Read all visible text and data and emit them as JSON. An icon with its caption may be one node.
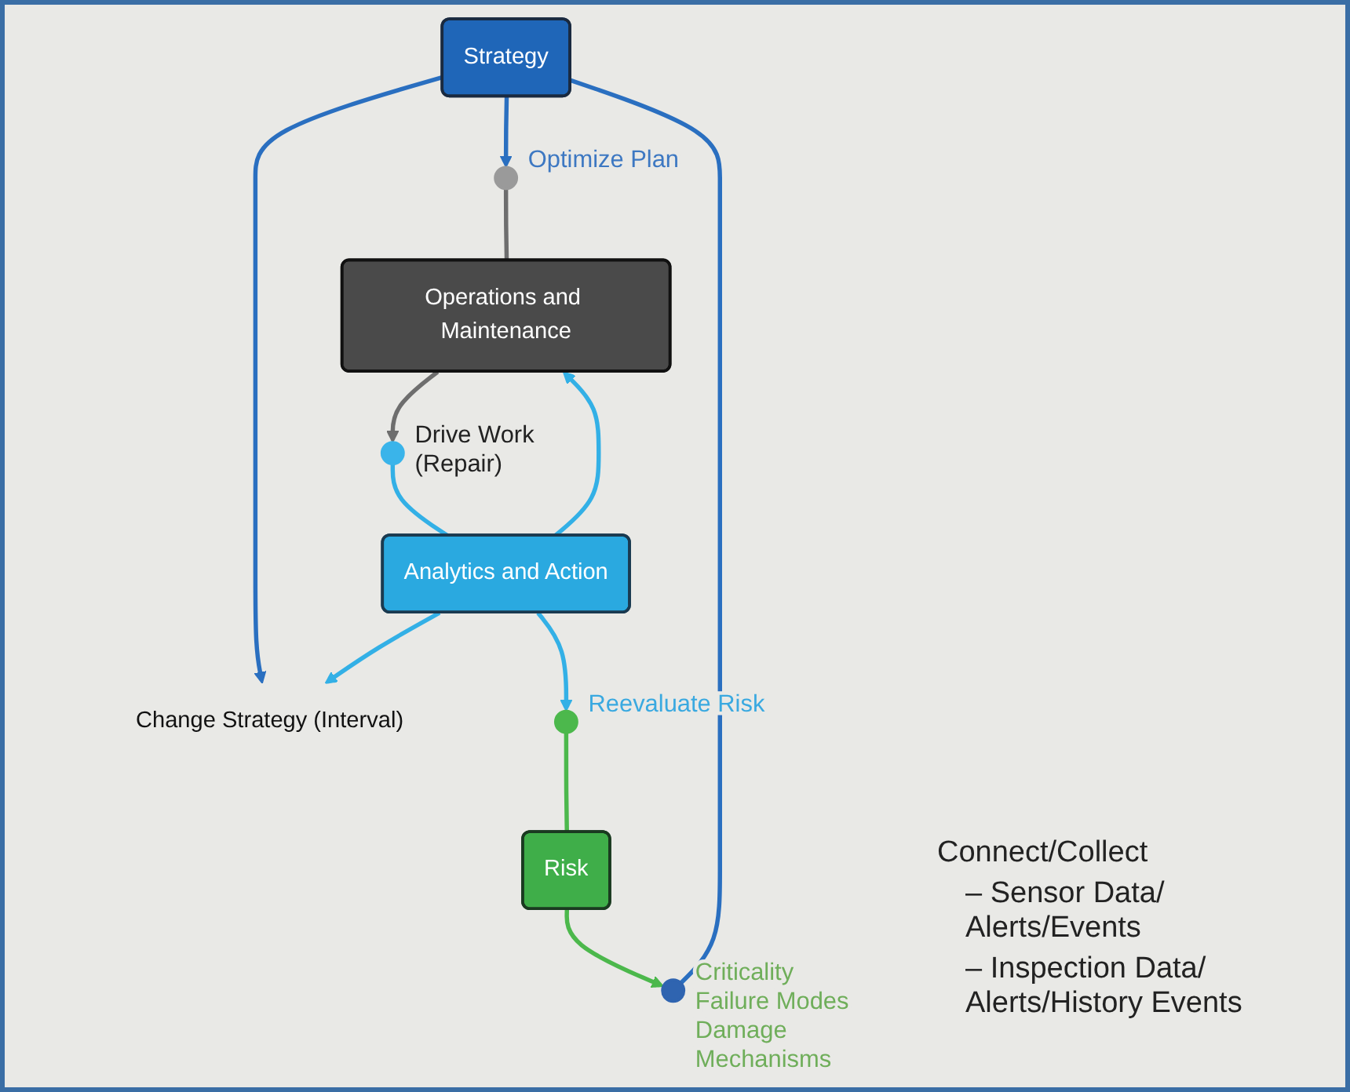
{
  "diagram": {
    "nodes": [
      {
        "text": [
          "Strategy"
        ]
      },
      {
        "text": [],
        "shape": "circle",
        "beside": [
          "Criticality Failure Modes Damage Mechanisms"
        ]
      },
      {
        "text": [],
        "shape": "circle",
        "beside": [
          "Optimize Plan"
        ]
      },
      {
        "text": [
          "Risk"
        ]
      },
      {
        "text": [
          "Change Strategy (Interval)"
        ]
      },
      {
        "text": [
          "Operations and Maintenance"
        ]
      },
      {
        "text": [],
        "shape": "circle",
        "beside": [
          "Drive Work (Repair)"
        ]
      },
      {
        "text": [],
        "shape": "circle",
        "beside": [
          "Reevaluate Risk"
        ]
      },
      {
        "text": [
          "Analytics and Action"
        ]
      }
    ],
    "edges": [
      {
        "from": 3,
        "to": 1,
        "arrow": "to",
        "color": "#4cb84c"
      },
      {
        "from": 1,
        "to": 0,
        "arrow": "none",
        "color": "#2a6fc0"
      },
      {
        "from": 0,
        "to": 2,
        "arrow": "to",
        "color": "#2a6fc0"
      },
      {
        "from": 2,
        "to": 5,
        "arrow": "none",
        "color": "#6e6e6e"
      },
      {
        "from": 5,
        "to": 6,
        "arrow": "to",
        "color": "#6e6e6e"
      },
      {
        "from": 6,
        "to": 8,
        "arrow": "none",
        "color": "#33b0e6"
      },
      {
        "from": 8,
        "to": 7,
        "arrow": "to",
        "color": "#33b0e6"
      },
      {
        "from": 7,
        "to": 3,
        "arrow": "none",
        "color": "#4cb84c"
      },
      {
        "from": 0,
        "to": 4,
        "arrow": "to",
        "color": "#2a6fc0"
      },
      {
        "from": 8,
        "to": 4,
        "arrow": "to",
        "color": "#33b0e6"
      },
      {
        "from": 8,
        "to": 5,
        "arrow": "to",
        "color": "#33b0e6"
      }
    ],
    "labels": [
      "Connect/Collect",
      "– Sensor Data/ Alerts/Events",
      "– Inspection Data/ Alerts/History Events"
    ]
  }
}
